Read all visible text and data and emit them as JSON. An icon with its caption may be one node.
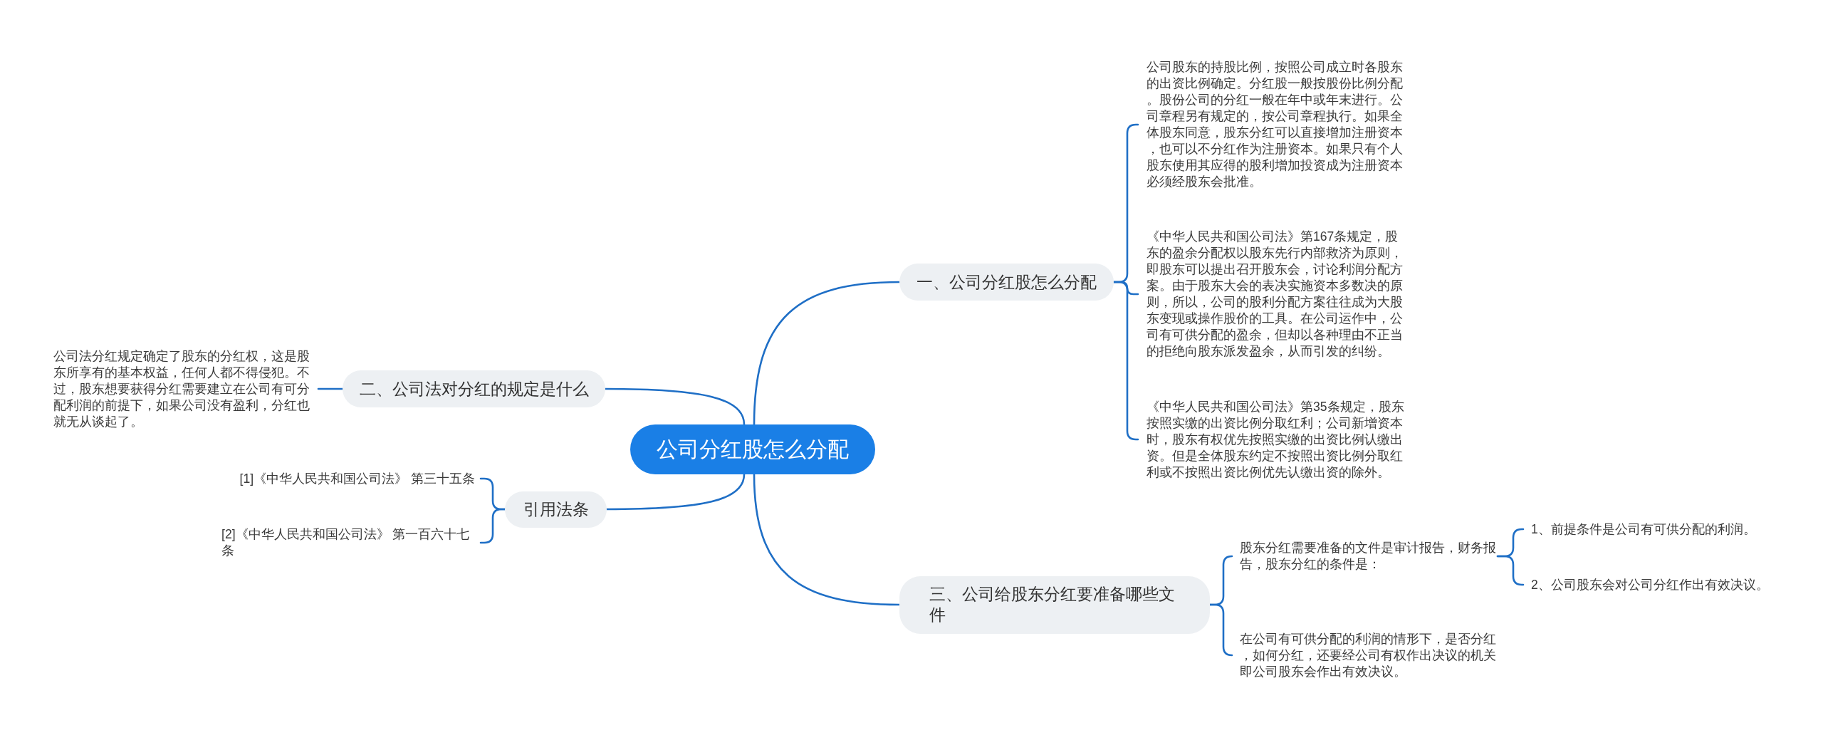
{
  "diagram": {
    "nodes": [
      {
        "text": [
          "公司分红股怎么分配"
        ]
      },
      {
        "text": [
          "一、公司分红股怎么分配"
        ]
      },
      {
        "text": [
          "公司股东的持股比例，按照公司成立时各股东的出资比例确定。分红股一般按股份比例分配。股份公司的分红一般在年中或年末进行。公司章程另有规定的，按公司章程执行。如果全体股东同意，股东分红可以直接增加注册资本，也可以不分红作为注册资本。如果只有个人股东使用其应得的股利增加投资成为注册资本必须经股东会批准。"
        ]
      },
      {
        "text": [
          "《中华人民共和国公司法》第167条规定，股东的盈余分配权以股东先行内部救济为原则，即股东可以提出召开股东会，讨论利润分配方案。由于股东大会的表决实施资本多数决的原则，所以，公司的股利分配方案往往成为大股东变现或操作股价的工具。在公司运作中，公司有可供分配的盈余，但却以各种理由不正当的拒绝向股东派发盈余，从而引发的纠纷。"
        ]
      },
      {
        "text": [
          "《中华人民共和国公司法》第35条规定，股东按照实缴的出资比例分取红利；公司新增资本时，股东有权优先按照实缴的出资比例认缴出资。但是全体股东约定不按照出资比例分取红利或不按照出资比例优先认缴出资的除外。"
        ]
      },
      {
        "text": [
          "二、公司法对分红的规定是什么"
        ]
      },
      {
        "text": [
          "公司法分红规定确定了股东的分红权，这是股东所享有的基本权益，任何人都不得侵犯。不过，股东想要获得分红需要建立在公司有可分配利润的前提下，如果公司没有盈利，分红也就无从谈起了。"
        ]
      },
      {
        "text": [
          "引用法条"
        ]
      },
      {
        "text": [
          "[1]《中华人民共和国公司法》 第三十五条"
        ]
      },
      {
        "text": [
          "[2]《中华人民共和国公司法》 第一百六十七条"
        ]
      },
      {
        "text": [
          "三、公司给股东分红要准备哪些文件"
        ]
      },
      {
        "text": [
          "股东分红需要准备的文件是审计报告，财务报告，股东分红的条件是："
        ]
      },
      {
        "text": [
          "1、前提条件是公司有可供分配的利润。"
        ]
      },
      {
        "text": [
          "2、公司股东会对公司分红作出有效决议。"
        ]
      },
      {
        "text": [
          "在公司有可供分配的利润的情形下，是否分红，如何分红，还要经公司有权作出决议的机关即公司股东会作出有效决议。"
        ]
      }
    ],
    "edges": [
      {
        "from": 0,
        "to": 1,
        "arrow": "none"
      },
      {
        "from": 1,
        "to": 2,
        "arrow": "none"
      },
      {
        "from": 1,
        "to": 3,
        "arrow": "none"
      },
      {
        "from": 1,
        "to": 4,
        "arrow": "none"
      },
      {
        "from": 0,
        "to": 5,
        "arrow": "none"
      },
      {
        "from": 5,
        "to": 6,
        "arrow": "none"
      },
      {
        "from": 0,
        "to": 7,
        "arrow": "none"
      },
      {
        "from": 7,
        "to": 8,
        "arrow": "none"
      },
      {
        "from": 7,
        "to": 9,
        "arrow": "none"
      },
      {
        "from": 0,
        "to": 10,
        "arrow": "none"
      },
      {
        "from": 10,
        "to": 11,
        "arrow": "none"
      },
      {
        "from": 11,
        "to": 12,
        "arrow": "none"
      },
      {
        "from": 11,
        "to": 13,
        "arrow": "none"
      },
      {
        "from": 10,
        "to": 14,
        "arrow": "none"
      }
    ]
  }
}
